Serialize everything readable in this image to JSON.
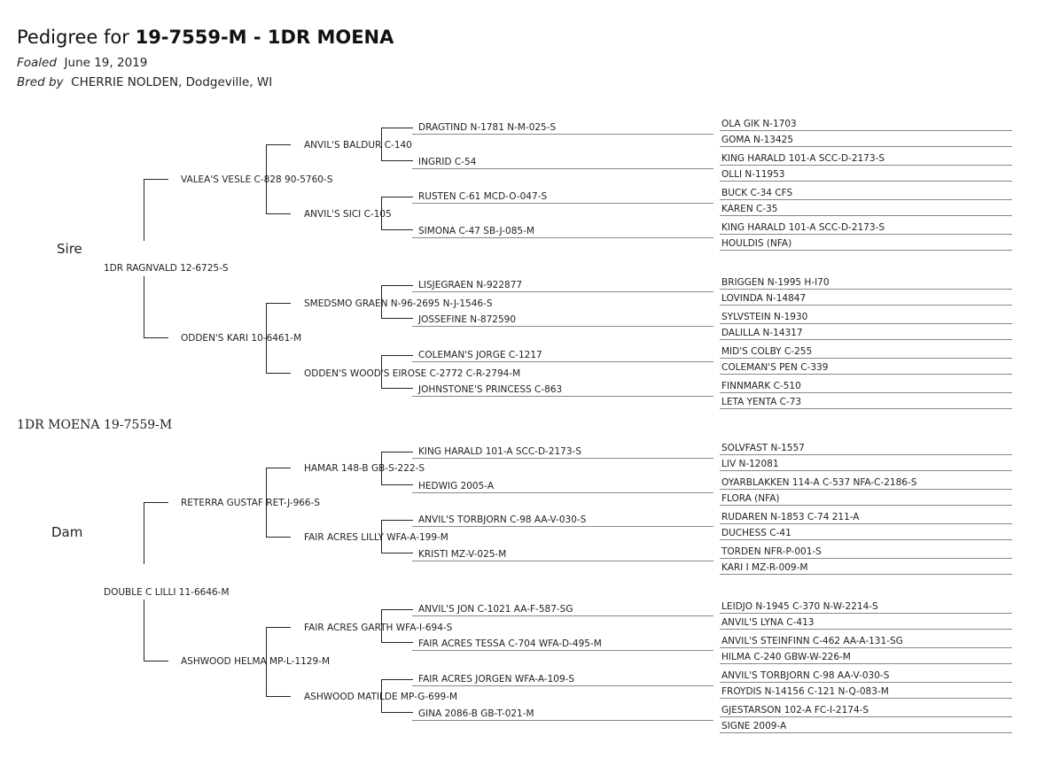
{
  "header": {
    "title_prefix": "Pedigree for ",
    "title_bold": "19-7559-M - 1DR MOENA",
    "foaled_label": "Foaled",
    "foaled_value": "June 19, 2019",
    "bred_label": "Bred by",
    "bred_value": "CHERRIE NOLDEN, Dodgeville, WI"
  },
  "subject": "1DR MOENA  19-7559-M",
  "sire_label": "Sire",
  "dam_label": "Dam",
  "sire": {
    "name": "1DR RAGNVALD  12-6725-S",
    "ss": {
      "name": "VALEA'S VESLE  C-828  90-5760-S",
      "sss": {
        "name": "ANVIL'S BALDUR  C-140",
        "ssss": {
          "name": "DRAGTIND  N-1781  N-M-025-S",
          "s": "OLA GIK  N-1703",
          "d": "GOMA  N-13425"
        },
        "sssd": {
          "name": "INGRID  C-54",
          "s": "KING HARALD  101-A  SCC-D-2173-S",
          "d": "OLLI  N-11953"
        }
      },
      "ssd": {
        "name": "ANVIL'S SICI  C-105",
        "ssds": {
          "name": "RUSTEN  C-61  MCD-O-047-S",
          "s": "BUCK  C-34  CFS",
          "d": "KAREN  C-35"
        },
        "ssdd": {
          "name": "SIMONA  C-47  SB-J-085-M",
          "s": "KING HARALD  101-A  SCC-D-2173-S",
          "d": "HOULDIS  (NFA)"
        }
      }
    },
    "sd": {
      "name": "ODDEN'S KARI  10-6461-M",
      "sds": {
        "name": "SMEDSMO GRAEN  N-96-2695  N-J-1546-S",
        "sdss": {
          "name": "LISJEGRAEN  N-922877",
          "s": "BRIGGEN  N-1995  H-I70",
          "d": "LOVINDA  N-14847"
        },
        "sdsd": {
          "name": "JOSSEFINE  N-872590",
          "s": "SYLVSTEIN  N-1930",
          "d": "DALILLA  N-14317"
        }
      },
      "sdd": {
        "name": "ODDEN'S WOOD'S EIROSE  C-2772  C-R-2794-M",
        "sdds": {
          "name": "COLEMAN'S JORGE  C-1217",
          "s": "MID'S COLBY  C-255",
          "d": "COLEMAN'S PEN  C-339"
        },
        "sddd": {
          "name": "JOHNSTONE'S PRINCESS  C-863",
          "s": "FINNMARK  C-510",
          "d": "LETA YENTA  C-73"
        }
      }
    }
  },
  "dam": {
    "name": "DOUBLE C LILLI  11-6646-M",
    "ds": {
      "name": "RETERRA GUSTAF  RET-J-966-S",
      "dss": {
        "name": "HAMAR  148-B  GB-S-222-S",
        "dsss": {
          "name": "KING HARALD  101-A  SCC-D-2173-S",
          "s": "SOLVFAST  N-1557",
          "d": "LIV  N-12081"
        },
        "dssd": {
          "name": "HEDWIG  2005-A",
          "s": "OYARBLAKKEN  114-A  C-537  NFA-C-2186-S",
          "d": "FLORA  (NFA)"
        }
      },
      "dsd": {
        "name": "FAIR ACRES LILLY  WFA-A-199-M",
        "dsds": {
          "name": "ANVIL'S TORBJORN  C-98  AA-V-030-S",
          "s": "RUDAREN  N-1853  C-74  211-A",
          "d": "DUCHESS  C-41"
        },
        "dsdd": {
          "name": "KRISTI  MZ-V-025-M",
          "s": "TORDEN  NFR-P-001-S",
          "d": "KARI I  MZ-R-009-M"
        }
      }
    },
    "dd": {
      "name": "ASHWOOD HELMA  MP-L-1129-M",
      "dds": {
        "name": "FAIR ACRES GARTH  WFA-I-694-S",
        "ddss": {
          "name": "ANVIL'S JON  C-1021  AA-F-587-SG",
          "s": "LEIDJO  N-1945  C-370  N-W-2214-S",
          "d": "ANVIL'S LYNA  C-413"
        },
        "ddsd": {
          "name": "FAIR ACRES TESSA  C-704  WFA-D-495-M",
          "s": "ANVIL'S STEINFINN  C-462  AA-A-131-SG",
          "d": "HILMA  C-240  GBW-W-226-M"
        }
      },
      "ddd": {
        "name": "ASHWOOD MATILDE  MP-G-699-M",
        "ddds": {
          "name": "FAIR ACRES JORGEN  WFA-A-109-S",
          "s": "ANVIL'S TORBJORN  C-98  AA-V-030-S",
          "d": "FROYDIS  N-14156  C-121  N-Q-083-M"
        },
        "dddd": {
          "name": "GINA  2086-B  GB-T-021-M",
          "s": "GJESTARSON  102-A  FC-I-2174-S",
          "d": "SIGNE  2009-A"
        }
      }
    }
  }
}
